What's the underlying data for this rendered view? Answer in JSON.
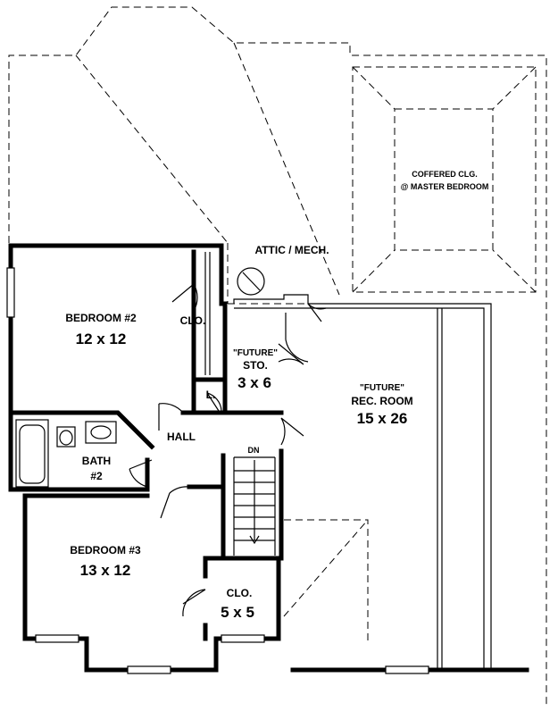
{
  "rooms": {
    "attic": {
      "name": "ATTIC / MECH."
    },
    "coffered": {
      "line1": "COFFERED CLG.",
      "line2": "@ MASTER BEDROOM"
    },
    "bedroom2": {
      "name": "BEDROOM #2",
      "size": "12 x 12"
    },
    "closet_bed2": {
      "name": "CLO."
    },
    "future_storage": {
      "line1": "\"FUTURE\"",
      "line2": "STO.",
      "size": "3 x 6"
    },
    "linen": {
      "name": "L."
    },
    "hall": {
      "name": "HALL"
    },
    "stair": {
      "direction": "DN"
    },
    "bath2": {
      "line1": "BATH",
      "line2": "#2"
    },
    "bedroom3": {
      "name": "BEDROOM #3",
      "size": "13 x 12"
    },
    "closet_bed3": {
      "name": "CLO.",
      "size": "5 x 5"
    },
    "rec_room": {
      "line1": "\"FUTURE\"",
      "line2": "REC. ROOM",
      "size": "15 x 26"
    }
  }
}
